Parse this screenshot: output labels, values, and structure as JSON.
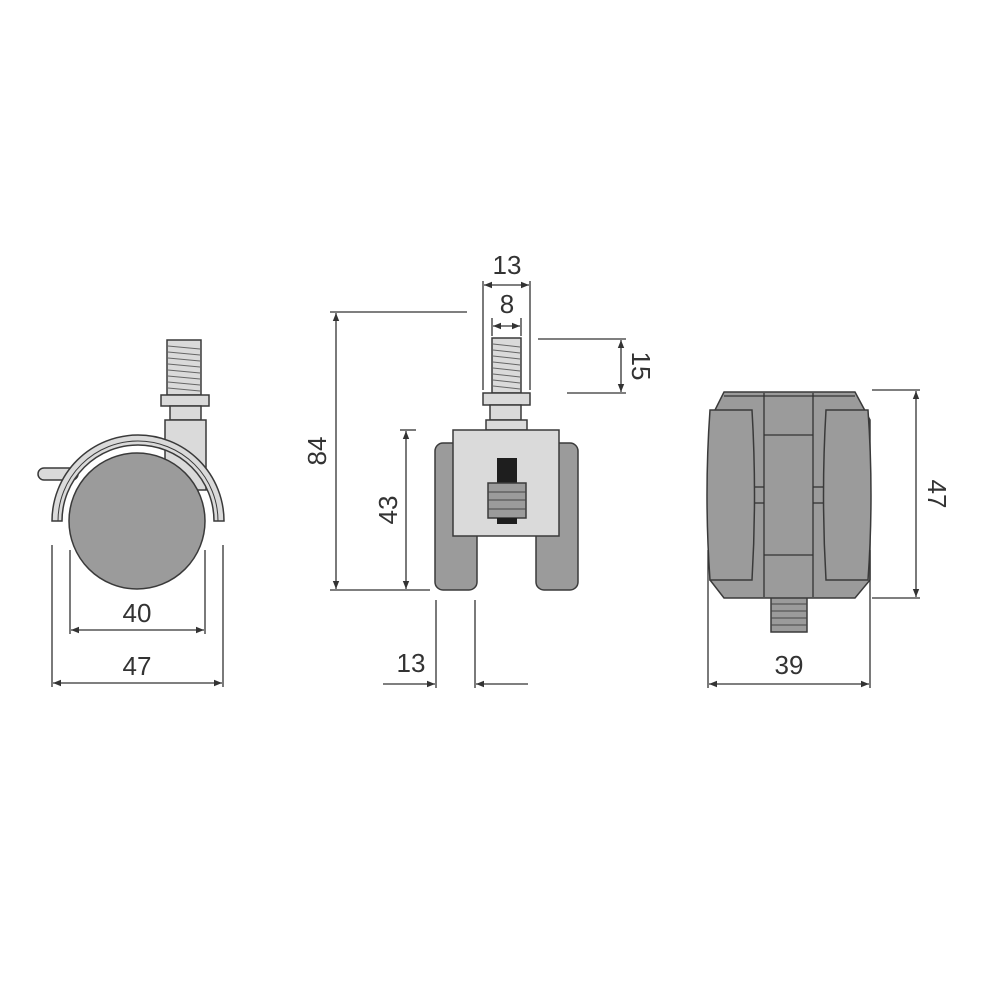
{
  "colors": {
    "dark_part": "#9b9b9b",
    "light_part": "#dadada",
    "black_part": "#1e1e1e",
    "line": "#333333"
  },
  "side_view": {
    "wheel_diameter": "40",
    "overall_width": "47"
  },
  "front_view": {
    "stem_nut_width": "13",
    "stem_diameter": "8",
    "stem_length": "15",
    "overall_height": "84",
    "body_height": "43",
    "wheel_width": "13"
  },
  "top_view": {
    "overall_length": "47",
    "overall_width": "39"
  }
}
